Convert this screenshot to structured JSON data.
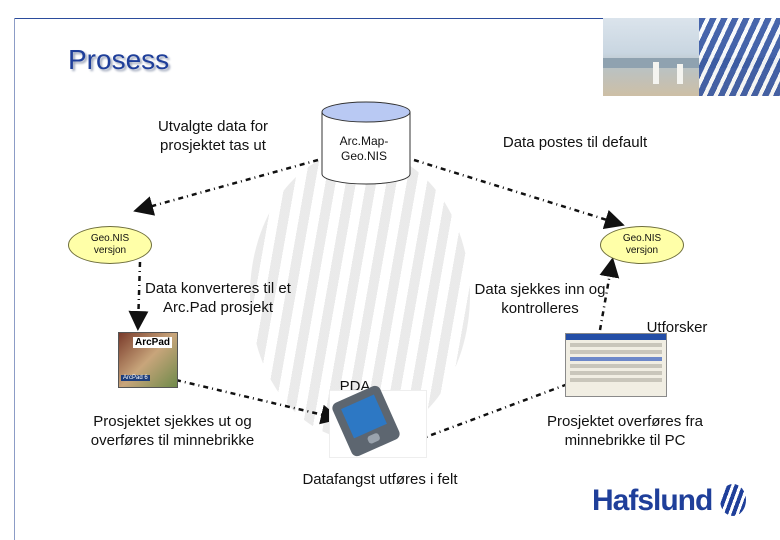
{
  "title": "Prosess",
  "database_label": "Arc.Map-Geo.NIS",
  "ellipse_left": "Geo.NIS versjon",
  "ellipse_right": "Geo.NIS versjon",
  "steps": {
    "selected_data": "Utvalgte data for prosjektet tas ut",
    "posted_default": "Data postes til default",
    "convert": "Data konverteres til et Arc.Pad prosjekt",
    "check_in": "Data sjekkes inn og kontrolleres",
    "explorer": "Utforsker",
    "pda": "PDA",
    "checkout": "Prosjektet sjekkes ut og overføres til minnebrikke",
    "transfer": "Prosjektet overføres fra minnebrikke til PC",
    "field": "Datafangst utføres i felt"
  },
  "arcpad": {
    "brand": "ArcPad",
    "version": "ArcPad 6"
  },
  "logo": "Hafslund",
  "colors": {
    "title": "#1f3f9a",
    "ellipse_fill": "#ffffa8",
    "brand": "#1f3f9a"
  }
}
